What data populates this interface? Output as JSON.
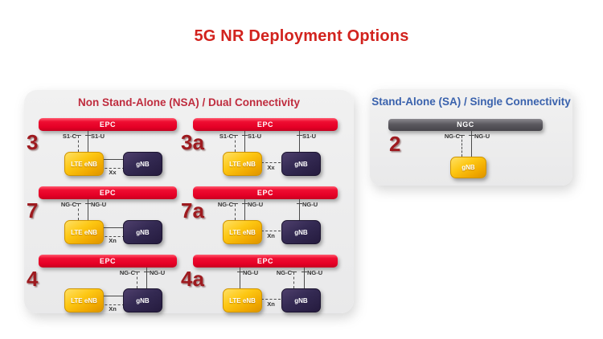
{
  "title": "5G NR Deployment Options",
  "nsa_panel": {
    "header": "Non Stand-Alone (NSA) / Dual Connectivity",
    "options": [
      {
        "number": "3",
        "core": "EPC",
        "enb": "LTE eNB",
        "gnb": "gNB",
        "c_label": "S1-C",
        "u_label": "S1-U",
        "x_label": "Xx"
      },
      {
        "number": "3a",
        "core": "EPC",
        "enb": "LTE eNB",
        "gnb": "gNB",
        "c_label": "S1-C",
        "u_label": "S1-U",
        "gnb_u_label": "S1-U",
        "x_label": "Xx"
      },
      {
        "number": "7",
        "core": "EPC",
        "enb": "LTE eNB",
        "gnb": "gNB",
        "c_label": "NG-C",
        "u_label": "NG-U",
        "x_label": "Xn"
      },
      {
        "number": "7a",
        "core": "EPC",
        "enb": "LTE eNB",
        "gnb": "gNB",
        "c_label": "NG-C",
        "u_label": "NG-U",
        "gnb_u_label": "NG-U",
        "x_label": "Xn"
      },
      {
        "number": "4",
        "core": "EPC",
        "enb": "LTE eNB",
        "gnb": "gNB",
        "gnb_c_label": "NG-C",
        "gnb_u_label": "NG-U",
        "x_label": "Xn"
      },
      {
        "number": "4a",
        "core": "EPC",
        "enb": "LTE eNB",
        "gnb": "gNB",
        "enb_u_label": "NG-U",
        "gnb_c_label": "NG-C",
        "gnb_u_label": "NG-U",
        "x_label": "Xn"
      }
    ]
  },
  "sa_panel": {
    "header": "Stand-Alone (SA) / Single Connectivity",
    "option": {
      "number": "2",
      "core": "NGC",
      "gnb": "gNB",
      "c_label": "NG-C",
      "u_label": "NG-U"
    }
  },
  "colors": {
    "title_red": "#d2231e",
    "nsa_header_red": "#bf2c3e",
    "sa_header_blue": "#3a62ad",
    "epc_bar_red": "#e50026",
    "ngc_bar_gray": "#5b595f",
    "lte_enb_gold": "#f7b500",
    "gnb_purple": "#2e2348",
    "option_number_red": "#9e1a1f",
    "panel_gray": "#ededed",
    "line_gray": "#4a4a4a"
  }
}
